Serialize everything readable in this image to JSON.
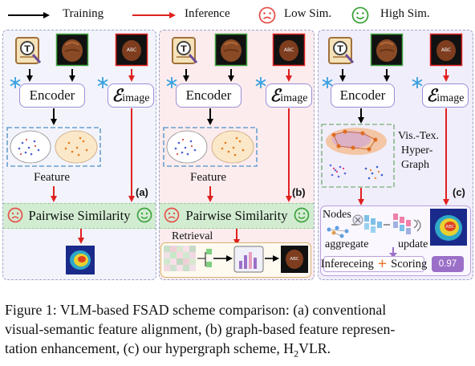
{
  "legend": {
    "training": "Training",
    "inference": "Inference",
    "low_sim": "Low Sim.",
    "high_sim": "High Sim."
  },
  "panel_a": {
    "encoder": "Encoder",
    "image_encoder": "image",
    "feature": "Feature",
    "similarity": "Pairwise Similarity",
    "tag": "(a)"
  },
  "panel_b": {
    "encoder": "Encoder",
    "image_encoder": "image",
    "feature": "Feature",
    "similarity": "Pairwise Similarity",
    "retrieval": "Retrieval",
    "tag": "(b)"
  },
  "panel_c": {
    "encoder": "Encoder",
    "image_encoder": "image",
    "hypergraph_line1": "Vis.-Tex.",
    "hypergraph_line2": "Hyper-",
    "hypergraph_line3": "Graph",
    "nodes": "Nodes",
    "aggregate": "aggregate",
    "update": "update",
    "infereceing": "Infereceing",
    "plus": "+",
    "scoring": "Scoring",
    "score": "0.97",
    "tag": "(c)"
  },
  "caption": {
    "line1": "Figure 1:  VLM-based FSAD scheme comparison: (a) conventional",
    "line2": "visual-semantic feature alignment, (b) graph-based feature represen-",
    "line3_pre": "tation enhancement, (c) our hypergraph scheme, H",
    "line3_sub": "2",
    "line3_post": "VLR."
  },
  "colors": {
    "training_arrow": "#000000",
    "inference_arrow": "#e02020",
    "low_sim": "#e5534b",
    "high_sim": "#3fa33f",
    "box_border": "#9b8fd6",
    "score_bg": "#9b6fc8"
  }
}
